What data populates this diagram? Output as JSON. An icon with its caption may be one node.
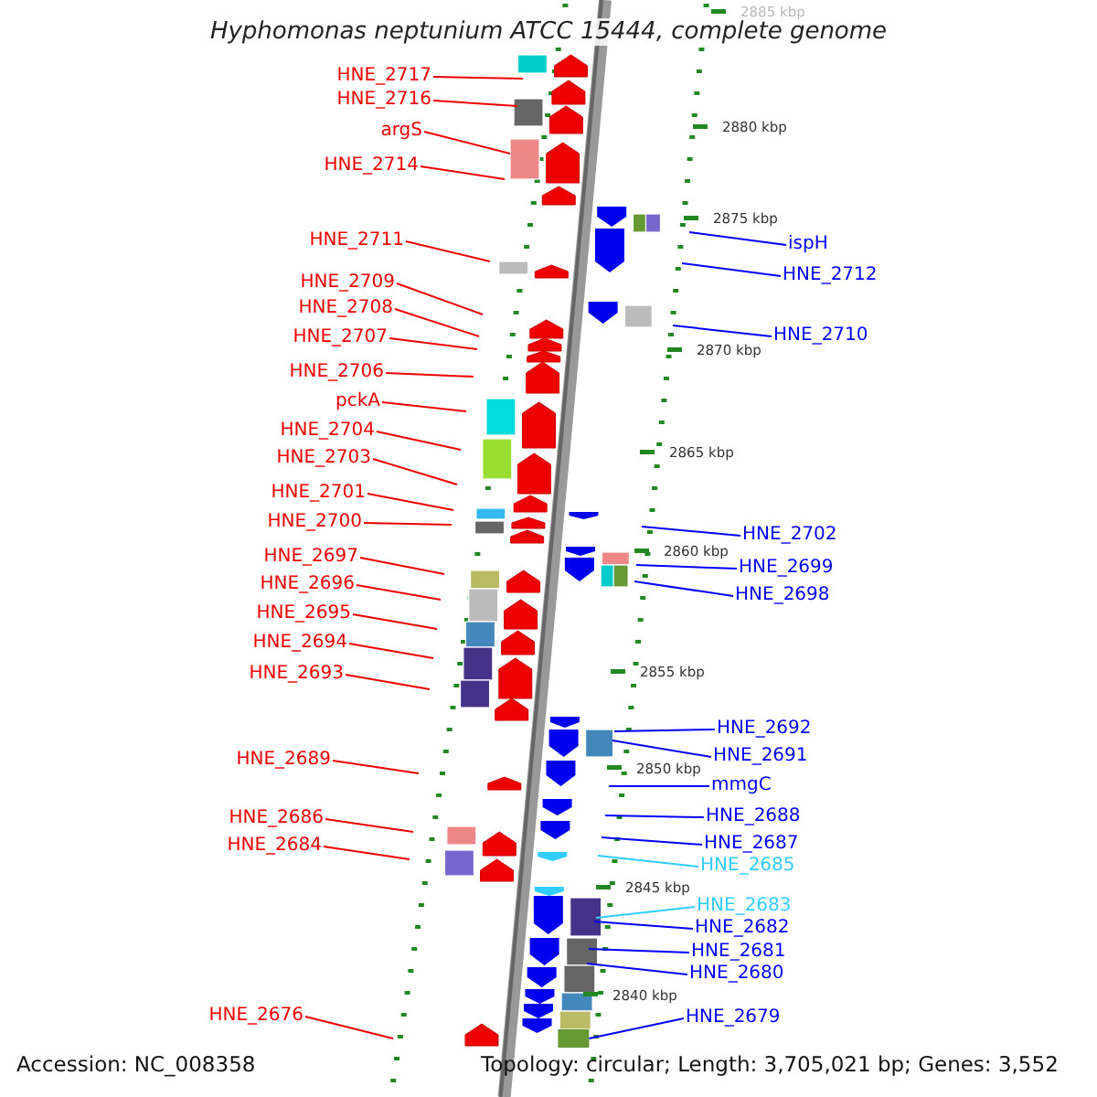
{
  "diagram": {
    "title": "Hyphomonas neptunium ATCC 15444, complete genome",
    "nodes": [
      {
        "text": [
          "HNE_2717"
        ]
      },
      {
        "text": [
          "HNE_2716"
        ]
      },
      {
        "text": [
          "argS"
        ]
      },
      {
        "text": [
          "HNE_2714"
        ]
      },
      {
        "text": [
          "HNE_2711"
        ]
      },
      {
        "text": [
          "HNE_2709"
        ]
      },
      {
        "text": [
          "HNE_2708"
        ]
      },
      {
        "text": [
          "HNE_2707"
        ]
      },
      {
        "text": [
          "HNE_2706"
        ]
      },
      {
        "text": [
          "pckA"
        ]
      },
      {
        "text": [
          "HNE_2704"
        ]
      },
      {
        "text": [
          "HNE_2703"
        ]
      },
      {
        "text": [
          "HNE_2701"
        ]
      },
      {
        "text": [
          "HNE_2700"
        ]
      },
      {
        "text": [
          "HNE_2697"
        ]
      },
      {
        "text": [
          "HNE_2696"
        ]
      },
      {
        "text": [
          "HNE_2695"
        ]
      },
      {
        "text": [
          "HNE_2694"
        ]
      },
      {
        "text": [
          "HNE_2693"
        ]
      },
      {
        "text": [
          "HNE_2689"
        ]
      },
      {
        "text": [
          "HNE_2686"
        ]
      },
      {
        "text": [
          "HNE_2684"
        ]
      },
      {
        "text": [
          "HNE_2676"
        ]
      },
      {
        "text": [
          "ispH"
        ]
      },
      {
        "text": [
          "HNE_2712"
        ]
      },
      {
        "text": [
          "HNE_2710"
        ]
      },
      {
        "text": [
          "HNE_2702"
        ]
      },
      {
        "text": [
          "HNE_2699"
        ]
      },
      {
        "text": [
          "HNE_2698"
        ]
      },
      {
        "text": [
          "HNE_2692"
        ]
      },
      {
        "text": [
          "HNE_2691"
        ]
      },
      {
        "text": [
          "mmgC"
        ]
      },
      {
        "text": [
          "HNE_2688"
        ]
      },
      {
        "text": [
          "HNE_2687"
        ]
      },
      {
        "text": [
          "HNE_2685"
        ]
      },
      {
        "text": [
          "HNE_2683"
        ]
      },
      {
        "text": [
          "HNE_2682"
        ]
      },
      {
        "text": [
          "HNE_2681"
        ]
      },
      {
        "text": [
          "HNE_2680"
        ]
      },
      {
        "text": [
          "HNE_2679"
        ]
      },
      {
        "text": [],
        "shape": "box"
      }
    ],
    "edges": [
      {
        "from": 0,
        "to": null,
        "arrow": "none"
      },
      {
        "from": 1,
        "to": null,
        "arrow": "none"
      },
      {
        "from": 2,
        "to": null,
        "arrow": "none"
      },
      {
        "from": 3,
        "to": null,
        "arrow": "none"
      },
      {
        "from": 4,
        "to": null,
        "arrow": "none"
      },
      {
        "from": 5,
        "to": null,
        "arrow": "none"
      },
      {
        "from": 6,
        "to": null,
        "arrow": "none"
      },
      {
        "from": 7,
        "to": null,
        "arrow": "none"
      },
      {
        "from": 8,
        "to": null,
        "arrow": "none"
      },
      {
        "from": 9,
        "to": null,
        "arrow": "none"
      },
      {
        "from": 10,
        "to": null,
        "arrow": "none"
      },
      {
        "from": 11,
        "to": null,
        "arrow": "none"
      },
      {
        "from": 12,
        "to": null,
        "arrow": "none"
      },
      {
        "from": 13,
        "to": null,
        "arrow": "none"
      },
      {
        "from": 14,
        "to": null,
        "arrow": "none"
      },
      {
        "from": 15,
        "to": null,
        "arrow": "none"
      },
      {
        "from": 16,
        "to": null,
        "arrow": "none"
      },
      {
        "from": 17,
        "to": null,
        "arrow": "none"
      },
      {
        "from": 18,
        "to": null,
        "arrow": "none"
      },
      {
        "from": 19,
        "to": null,
        "arrow": "none"
      },
      {
        "from": 20,
        "to": null,
        "arrow": "none"
      },
      {
        "from": 21,
        "to": null,
        "arrow": "none"
      },
      {
        "from": 22,
        "to": null,
        "arrow": "none"
      },
      {
        "from": 23,
        "to": null,
        "arrow": "none",
        "color": "#0000ff"
      },
      {
        "from": 24,
        "to": null,
        "arrow": "none",
        "color": "#0000ff"
      },
      {
        "from": 25,
        "to": null,
        "arrow": "none",
        "color": "#0000ff"
      },
      {
        "from": 26,
        "to": null,
        "arrow": "none",
        "color": "#0000ff"
      },
      {
        "from": 27,
        "to": null,
        "arrow": "none",
        "color": "#0000ff"
      },
      {
        "from": 28,
        "to": null,
        "arrow": "none",
        "color": "#0000ff"
      },
      {
        "from": 29,
        "to": null,
        "arrow": "none",
        "color": "#0000ff"
      },
      {
        "from": 30,
        "to": null,
        "arrow": "none",
        "color": "#0000ff"
      },
      {
        "from": 31,
        "to": null,
        "arrow": "none",
        "color": "#0000ff"
      },
      {
        "from": 32,
        "to": null,
        "arrow": "none",
        "color": "#0000ff"
      },
      {
        "from": 33,
        "to": null,
        "arrow": "none",
        "color": "#0000ff"
      },
      {
        "from": 34,
        "to": null,
        "arrow": "none",
        "color": "#33ccff"
      },
      {
        "from": 35,
        "to": null,
        "arrow": "none",
        "color": "#33ccff"
      },
      {
        "from": 36,
        "to": null,
        "arrow": "none",
        "color": "#0000ff"
      },
      {
        "from": 37,
        "to": null,
        "arrow": "none",
        "color": "#0000ff"
      },
      {
        "from": 38,
        "to": null,
        "arrow": "none",
        "color": "#0000ff"
      },
      {
        "from": 39,
        "to": 40,
        "arrow": "none",
        "color": "#0000ff"
      }
    ],
    "labels": [
      "2885 kbp",
      "2880 kbp",
      "2875 kbp",
      "2870 kbp",
      "2865 kbp",
      "2860 kbp",
      "2855 kbp",
      "2850 kbp",
      "2845 kbp",
      "2840 kbp",
      "Accession: NC_008358",
      "Topology: circular; Length: 3,705,021 bp; Genes: 3,552"
    ]
  }
}
